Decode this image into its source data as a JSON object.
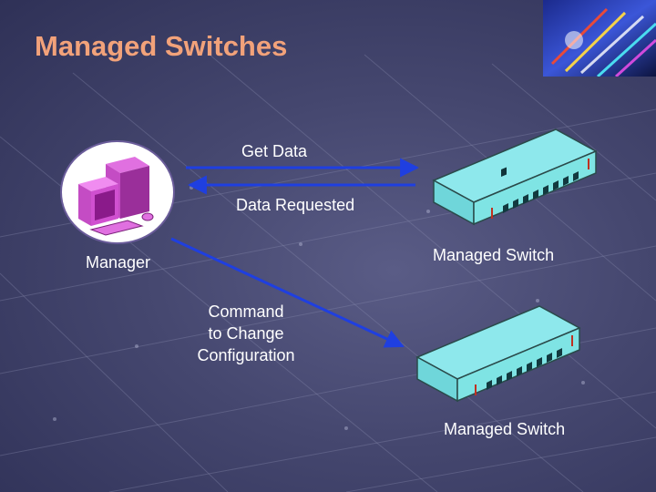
{
  "slide": {
    "title": "Managed Switches"
  },
  "diagram": {
    "nodes": {
      "manager": "Manager",
      "switch_top": "Managed Switch",
      "switch_bottom": "Managed Switch"
    },
    "edges": {
      "get_data": "Get Data",
      "data_requested": "Data Requested",
      "command_line1": "Command",
      "command_line2": "to Change",
      "command_line3": "Configuration"
    }
  },
  "colors": {
    "title": "#f2a27a",
    "arrow": "#1f3fe0",
    "switch_face": "#7fe4e4"
  }
}
